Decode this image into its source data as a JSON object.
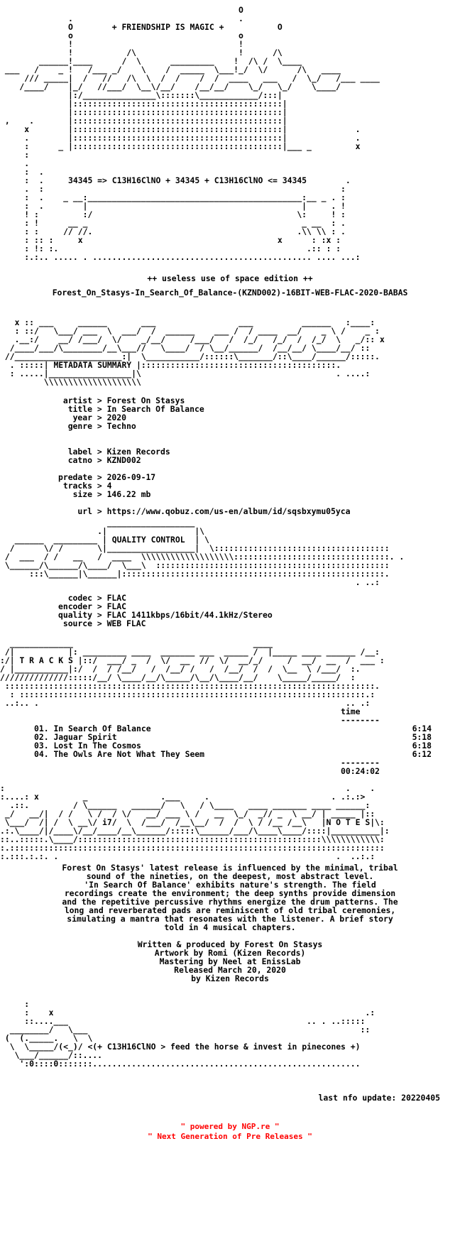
{
  "header": {
    "title": "+ FRIENDSHIP IS MAGIC +",
    "formula": "34345 => C13H16ClNO + 34345 + C13H16ClNO <= 34345",
    "edition": "++ useless use of space edition ++",
    "release_name": "Forest_On_Stasys-In_Search_Of_Balance-(KZND002)-16BIT-WEB-FLAC-2020-BABAS"
  },
  "metadata": {
    "heading": "METADATA SUMMARY",
    "fields": [
      {
        "key": "artist",
        "value": "Forest On Stasys"
      },
      {
        "key": "title",
        "value": "In Search Of Balance"
      },
      {
        "key": "year",
        "value": "2020"
      },
      {
        "key": "genre",
        "value": "Techno"
      },
      {
        "key": "label",
        "value": "Kizen Records"
      },
      {
        "key": "catno",
        "value": "KZND002"
      },
      {
        "key": "predate",
        "value": "2026-09-17"
      },
      {
        "key": "tracks",
        "value": "4"
      },
      {
        "key": "size",
        "value": "146.22 mb"
      },
      {
        "key": "url",
        "value": "https://www.qobuz.com/us-en/album/id/sqsbxymu05yca"
      }
    ]
  },
  "quality": {
    "heading": "QUALITY CONTROL",
    "fields": [
      {
        "key": "codec",
        "value": "FLAC"
      },
      {
        "key": "encoder",
        "value": "FLAC"
      },
      {
        "key": "quality",
        "value": "FLAC 1411kbps/16bit/44.1kHz/Stereo"
      },
      {
        "key": "source",
        "value": "WEB FLAC"
      }
    ]
  },
  "tracks": {
    "heading": "T R A C K S",
    "time_header": "time",
    "items": [
      {
        "num": "01.",
        "title": "In Search Of Balance",
        "time": "6:14"
      },
      {
        "num": "02.",
        "title": "Jaguar Spirit",
        "time": "5:18"
      },
      {
        "num": "03.",
        "title": "Lost In The Cosmos",
        "time": "6:18"
      },
      {
        "num": "04.",
        "title": "The Owls Are Not What They Seem",
        "time": "6:12"
      }
    ],
    "total": "00:24:02"
  },
  "notes": {
    "heading": "N O T E S",
    "paragraph": [
      "Forest On Stasys' latest release is influenced by the minimal, tribal",
      "sound of the nineties, on the deepest, most abstract level.",
      "'In Search Of Balance' exhibits nature's strength. The field",
      "recordings create the environment; the deep synths provide dimension",
      "and the repetitive percussive rhythms energize the drum patterns. The",
      "long and reverberated pads are reminiscent of old tribal ceremonies,",
      "simulating a mantra that resonates with the listener. A brief story",
      "told in 4 musical chapters."
    ],
    "credits": [
      "Written & produced by Forest On Stasys",
      "Artwork by Romi (Kizen Records)",
      "Mastering by Neel at EnissLab",
      "Released March 20, 2020",
      "by Kizen Records"
    ]
  },
  "footer": {
    "tagline": "<(+ C13H16ClNO > feed the horse & invest in pinecones +)",
    "last_update": "last nfo update: 20220405",
    "powered": "\" powered by NGP.re \"",
    "ngp": "\" Next Generation of Pre Releases \""
  },
  "colors": {
    "text": "#000000",
    "background": "#ffffff",
    "footer": "#ff0000"
  }
}
